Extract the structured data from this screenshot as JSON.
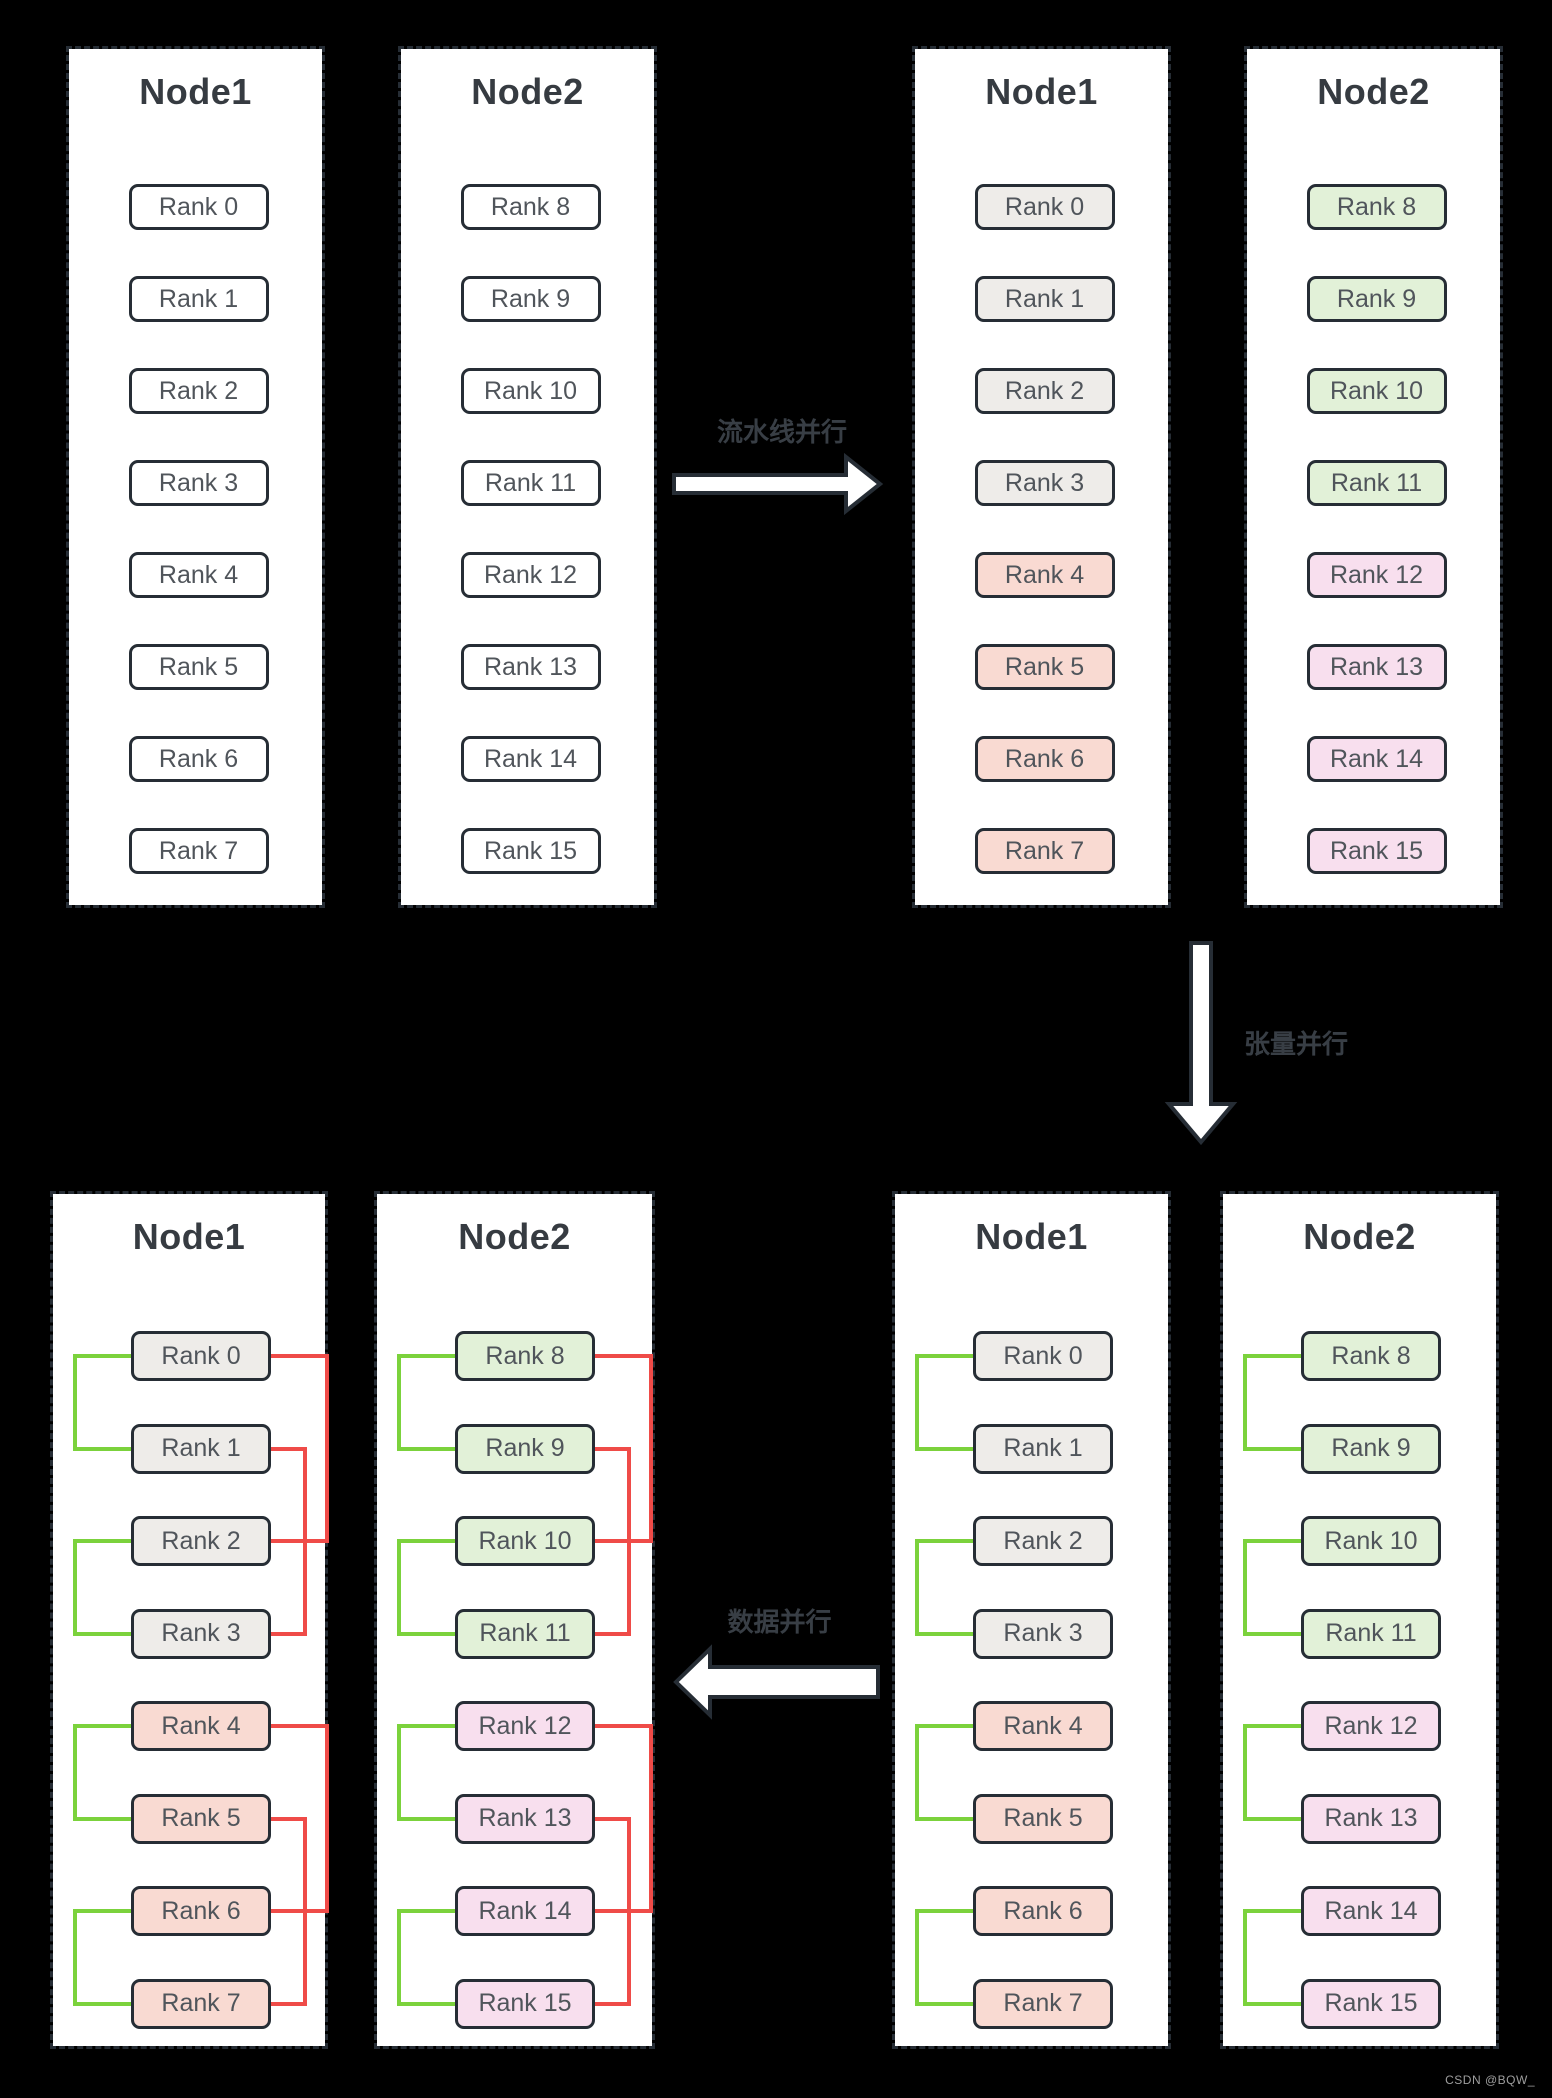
{
  "page": {
    "background": "#000000",
    "watermark": "CSDN @BQW_"
  },
  "palette": {
    "plain": "#ffffff",
    "gray": "#eeece9",
    "salmon": "#f9dad2",
    "green": "#e2f1d8",
    "pink": "#f8dfee"
  },
  "line_colors": {
    "green": "#7bd23c",
    "red": "#ef4b48"
  },
  "border_color": "#262d35",
  "arrows": [
    {
      "id": "pipeline",
      "label": "流水线并行",
      "direction": "right"
    },
    {
      "id": "tensor",
      "label": "张量并行",
      "direction": "down"
    },
    {
      "id": "data",
      "label": "数据并行",
      "direction": "left"
    }
  ],
  "quadrants": [
    {
      "id": "top-left",
      "panels": [
        {
          "title": "Node1",
          "ranks": [
            {
              "label": "Rank 0",
              "color": "plain"
            },
            {
              "label": "Rank 1",
              "color": "plain"
            },
            {
              "label": "Rank 2",
              "color": "plain"
            },
            {
              "label": "Rank 3",
              "color": "plain"
            },
            {
              "label": "Rank 4",
              "color": "plain"
            },
            {
              "label": "Rank 5",
              "color": "plain"
            },
            {
              "label": "Rank 6",
              "color": "plain"
            },
            {
              "label": "Rank 7",
              "color": "plain"
            }
          ],
          "connections": {
            "green": [],
            "red": []
          }
        },
        {
          "title": "Node2",
          "ranks": [
            {
              "label": "Rank 8",
              "color": "plain"
            },
            {
              "label": "Rank 9",
              "color": "plain"
            },
            {
              "label": "Rank 10",
              "color": "plain"
            },
            {
              "label": "Rank 11",
              "color": "plain"
            },
            {
              "label": "Rank 12",
              "color": "plain"
            },
            {
              "label": "Rank 13",
              "color": "plain"
            },
            {
              "label": "Rank 14",
              "color": "plain"
            },
            {
              "label": "Rank 15",
              "color": "plain"
            }
          ],
          "connections": {
            "green": [],
            "red": []
          }
        }
      ]
    },
    {
      "id": "top-right",
      "panels": [
        {
          "title": "Node1",
          "ranks": [
            {
              "label": "Rank 0",
              "color": "gray"
            },
            {
              "label": "Rank 1",
              "color": "gray"
            },
            {
              "label": "Rank 2",
              "color": "gray"
            },
            {
              "label": "Rank 3",
              "color": "gray"
            },
            {
              "label": "Rank 4",
              "color": "salmon"
            },
            {
              "label": "Rank 5",
              "color": "salmon"
            },
            {
              "label": "Rank 6",
              "color": "salmon"
            },
            {
              "label": "Rank 7",
              "color": "salmon"
            }
          ],
          "connections": {
            "green": [],
            "red": []
          }
        },
        {
          "title": "Node2",
          "ranks": [
            {
              "label": "Rank 8",
              "color": "green"
            },
            {
              "label": "Rank 9",
              "color": "green"
            },
            {
              "label": "Rank 10",
              "color": "green"
            },
            {
              "label": "Rank 11",
              "color": "green"
            },
            {
              "label": "Rank 12",
              "color": "pink"
            },
            {
              "label": "Rank 13",
              "color": "pink"
            },
            {
              "label": "Rank 14",
              "color": "pink"
            },
            {
              "label": "Rank 15",
              "color": "pink"
            }
          ],
          "connections": {
            "green": [],
            "red": []
          }
        }
      ]
    },
    {
      "id": "bottom-left",
      "panels": [
        {
          "title": "Node1",
          "ranks": [
            {
              "label": "Rank 0",
              "color": "gray"
            },
            {
              "label": "Rank 1",
              "color": "gray"
            },
            {
              "label": "Rank 2",
              "color": "gray"
            },
            {
              "label": "Rank 3",
              "color": "gray"
            },
            {
              "label": "Rank 4",
              "color": "salmon"
            },
            {
              "label": "Rank 5",
              "color": "salmon"
            },
            {
              "label": "Rank 6",
              "color": "salmon"
            },
            {
              "label": "Rank 7",
              "color": "salmon"
            }
          ],
          "connections": {
            "green": [
              [
                0,
                1
              ],
              [
                2,
                3
              ],
              [
                4,
                5
              ],
              [
                6,
                7
              ]
            ],
            "red": [
              [
                0,
                2
              ],
              [
                1,
                3
              ],
              [
                4,
                6
              ],
              [
                5,
                7
              ]
            ]
          }
        },
        {
          "title": "Node2",
          "ranks": [
            {
              "label": "Rank 8",
              "color": "green"
            },
            {
              "label": "Rank 9",
              "color": "green"
            },
            {
              "label": "Rank 10",
              "color": "green"
            },
            {
              "label": "Rank 11",
              "color": "green"
            },
            {
              "label": "Rank 12",
              "color": "pink"
            },
            {
              "label": "Rank 13",
              "color": "pink"
            },
            {
              "label": "Rank 14",
              "color": "pink"
            },
            {
              "label": "Rank 15",
              "color": "pink"
            }
          ],
          "connections": {
            "green": [
              [
                0,
                1
              ],
              [
                2,
                3
              ],
              [
                4,
                5
              ],
              [
                6,
                7
              ]
            ],
            "red": [
              [
                0,
                2
              ],
              [
                1,
                3
              ],
              [
                4,
                6
              ],
              [
                5,
                7
              ]
            ]
          }
        }
      ]
    },
    {
      "id": "bottom-right",
      "panels": [
        {
          "title": "Node1",
          "ranks": [
            {
              "label": "Rank 0",
              "color": "gray"
            },
            {
              "label": "Rank 1",
              "color": "gray"
            },
            {
              "label": "Rank 2",
              "color": "gray"
            },
            {
              "label": "Rank 3",
              "color": "gray"
            },
            {
              "label": "Rank 4",
              "color": "salmon"
            },
            {
              "label": "Rank 5",
              "color": "salmon"
            },
            {
              "label": "Rank 6",
              "color": "salmon"
            },
            {
              "label": "Rank 7",
              "color": "salmon"
            }
          ],
          "connections": {
            "green": [
              [
                0,
                1
              ],
              [
                2,
                3
              ],
              [
                4,
                5
              ],
              [
                6,
                7
              ]
            ],
            "red": []
          }
        },
        {
          "title": "Node2",
          "ranks": [
            {
              "label": "Rank 8",
              "color": "green"
            },
            {
              "label": "Rank 9",
              "color": "green"
            },
            {
              "label": "Rank 10",
              "color": "green"
            },
            {
              "label": "Rank 11",
              "color": "green"
            },
            {
              "label": "Rank 12",
              "color": "pink"
            },
            {
              "label": "Rank 13",
              "color": "pink"
            },
            {
              "label": "Rank 14",
              "color": "pink"
            },
            {
              "label": "Rank 15",
              "color": "pink"
            }
          ],
          "connections": {
            "green": [
              [
                0,
                1
              ],
              [
                2,
                3
              ],
              [
                4,
                5
              ],
              [
                6,
                7
              ]
            ],
            "red": []
          }
        }
      ]
    }
  ]
}
